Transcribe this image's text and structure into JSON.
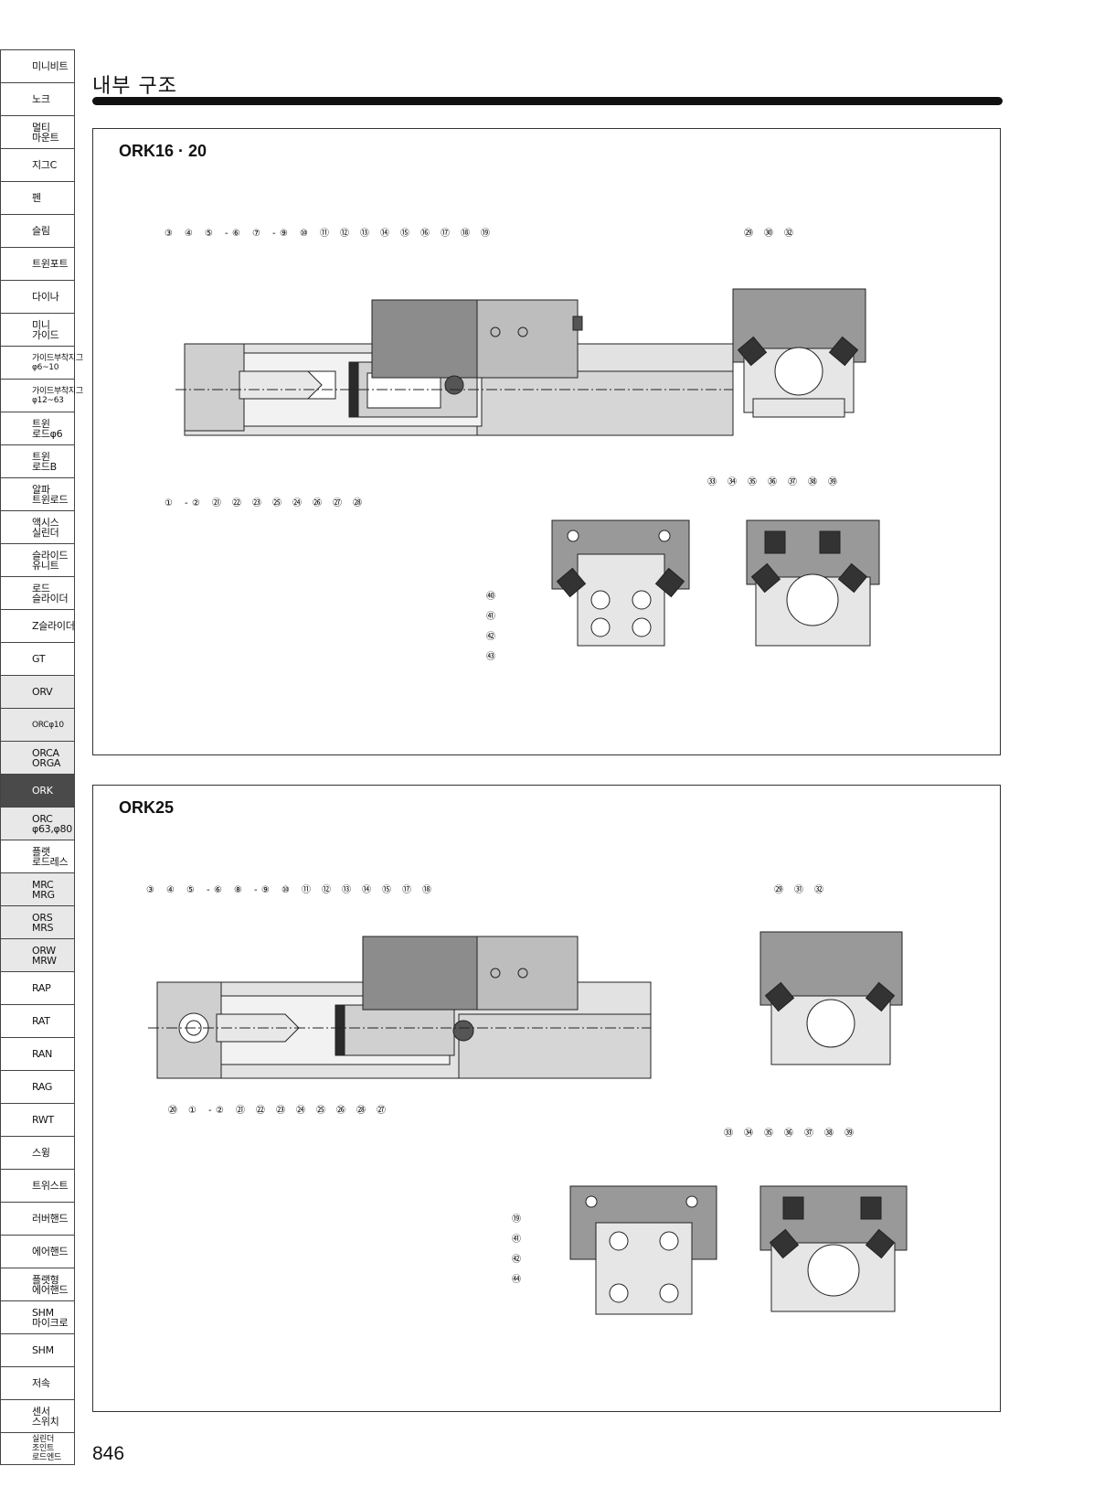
{
  "sidebar": [
    {
      "lines": [
        "미니비트"
      ]
    },
    {
      "lines": [
        "노크"
      ]
    },
    {
      "lines": [
        "멀티",
        "마운트"
      ]
    },
    {
      "lines": [
        "지그C"
      ]
    },
    {
      "lines": [
        "펜"
      ]
    },
    {
      "lines": [
        "슬림"
      ]
    },
    {
      "lines": [
        "트윈포트"
      ]
    },
    {
      "lines": [
        "다이나"
      ]
    },
    {
      "lines": [
        "미니",
        "가이드"
      ]
    },
    {
      "lines": [
        "가이드부착지그",
        "φ6~10"
      ]
    },
    {
      "lines": [
        "가이드부착지그",
        "φ12~63"
      ]
    },
    {
      "lines": [
        "트윈",
        "로드φ6"
      ]
    },
    {
      "lines": [
        "트윈",
        "로드B"
      ]
    },
    {
      "lines": [
        "알파",
        "트윈로드"
      ]
    },
    {
      "lines": [
        "액시스",
        "실린더"
      ]
    },
    {
      "lines": [
        "슬라이드",
        "유니트"
      ]
    },
    {
      "lines": [
        "로드",
        "슬라이더"
      ]
    },
    {
      "lines": [
        "Z슬라이더"
      ]
    },
    {
      "lines": [
        "GT"
      ]
    },
    {
      "lines": [
        "ORV"
      ]
    },
    {
      "lines": [
        "ORCφ10"
      ]
    },
    {
      "lines": [
        "ORCA",
        "ORGA"
      ]
    },
    {
      "lines": [
        "ORK"
      ]
    },
    {
      "lines": [
        "ORC",
        "φ63,φ80"
      ]
    },
    {
      "lines": [
        "플랫",
        "로드레스"
      ]
    },
    {
      "lines": [
        "MRC",
        "MRG"
      ]
    },
    {
      "lines": [
        "ORS",
        "MRS"
      ]
    },
    {
      "lines": [
        "ORW",
        "MRW"
      ]
    },
    {
      "lines": [
        "RAP"
      ]
    },
    {
      "lines": [
        "RAT"
      ]
    },
    {
      "lines": [
        "RAN"
      ]
    },
    {
      "lines": [
        "RAG"
      ]
    },
    {
      "lines": [
        "RWT"
      ]
    },
    {
      "lines": [
        "스윙"
      ]
    },
    {
      "lines": [
        "트위스트"
      ]
    },
    {
      "lines": [
        "러버핸드"
      ]
    },
    {
      "lines": [
        "에어핸드"
      ]
    },
    {
      "lines": [
        "플랫형",
        "에어핸드"
      ]
    },
    {
      "lines": [
        "SHM",
        "마이크로"
      ]
    },
    {
      "lines": [
        "SHM"
      ]
    },
    {
      "lines": [
        "저속"
      ]
    },
    {
      "lines": [
        "센서",
        "스위치"
      ]
    },
    {
      "lines": [
        "실린더",
        "조인트",
        "로드엔드"
      ]
    }
  ],
  "sidebar_active": "ORK",
  "page_title": "내부 구조",
  "panels": [
    {
      "title": "ORK16 · 20",
      "callouts_top": [
        "③",
        "④",
        "⑤",
        "-",
        "⑥",
        "⑦",
        "-",
        "⑨",
        "⑩",
        "⑪",
        "⑫",
        "⑬",
        "⑭",
        "⑮",
        "⑯",
        "⑰",
        "⑱",
        "⑲"
      ],
      "callouts_bottom": [
        "①",
        "-",
        "②",
        "㉑",
        "㉒",
        "㉓",
        "㉕",
        "㉔",
        "㉖",
        "㉗",
        "㉘"
      ],
      "callouts_right_top": [
        "㉙",
        "㉚",
        "㉜"
      ],
      "callouts_right_mid": [
        "㉝",
        "㉞",
        "㉟",
        "㊱",
        "㊲",
        "㊳",
        "㊴"
      ],
      "callouts_left_mid": [
        "㊵",
        "㊶",
        "㊷",
        "㊸"
      ]
    },
    {
      "title": "ORK25",
      "callouts_top": [
        "③",
        "④",
        "⑤",
        "-",
        "⑥",
        "⑧",
        "-",
        "⑨",
        "⑩",
        "⑪",
        "⑫",
        "⑬",
        "⑭",
        "⑮",
        "⑰",
        "⑱"
      ],
      "callouts_bottom": [
        "⑳",
        "①",
        "-",
        "②",
        "㉑",
        "㉒",
        "㉓",
        "㉔",
        "㉕",
        "㉖",
        "㉘",
        "㉗"
      ],
      "callouts_right_top": [
        "㉙",
        "㉛",
        "㉜"
      ],
      "callouts_right_mid": [
        "㉝",
        "㉞",
        "㉟",
        "㊱",
        "㊲",
        "㊳",
        "㊴"
      ],
      "callouts_left_mid": [
        "⑲",
        "㊶",
        "㊷",
        "㊹"
      ]
    }
  ],
  "page_number": "846"
}
